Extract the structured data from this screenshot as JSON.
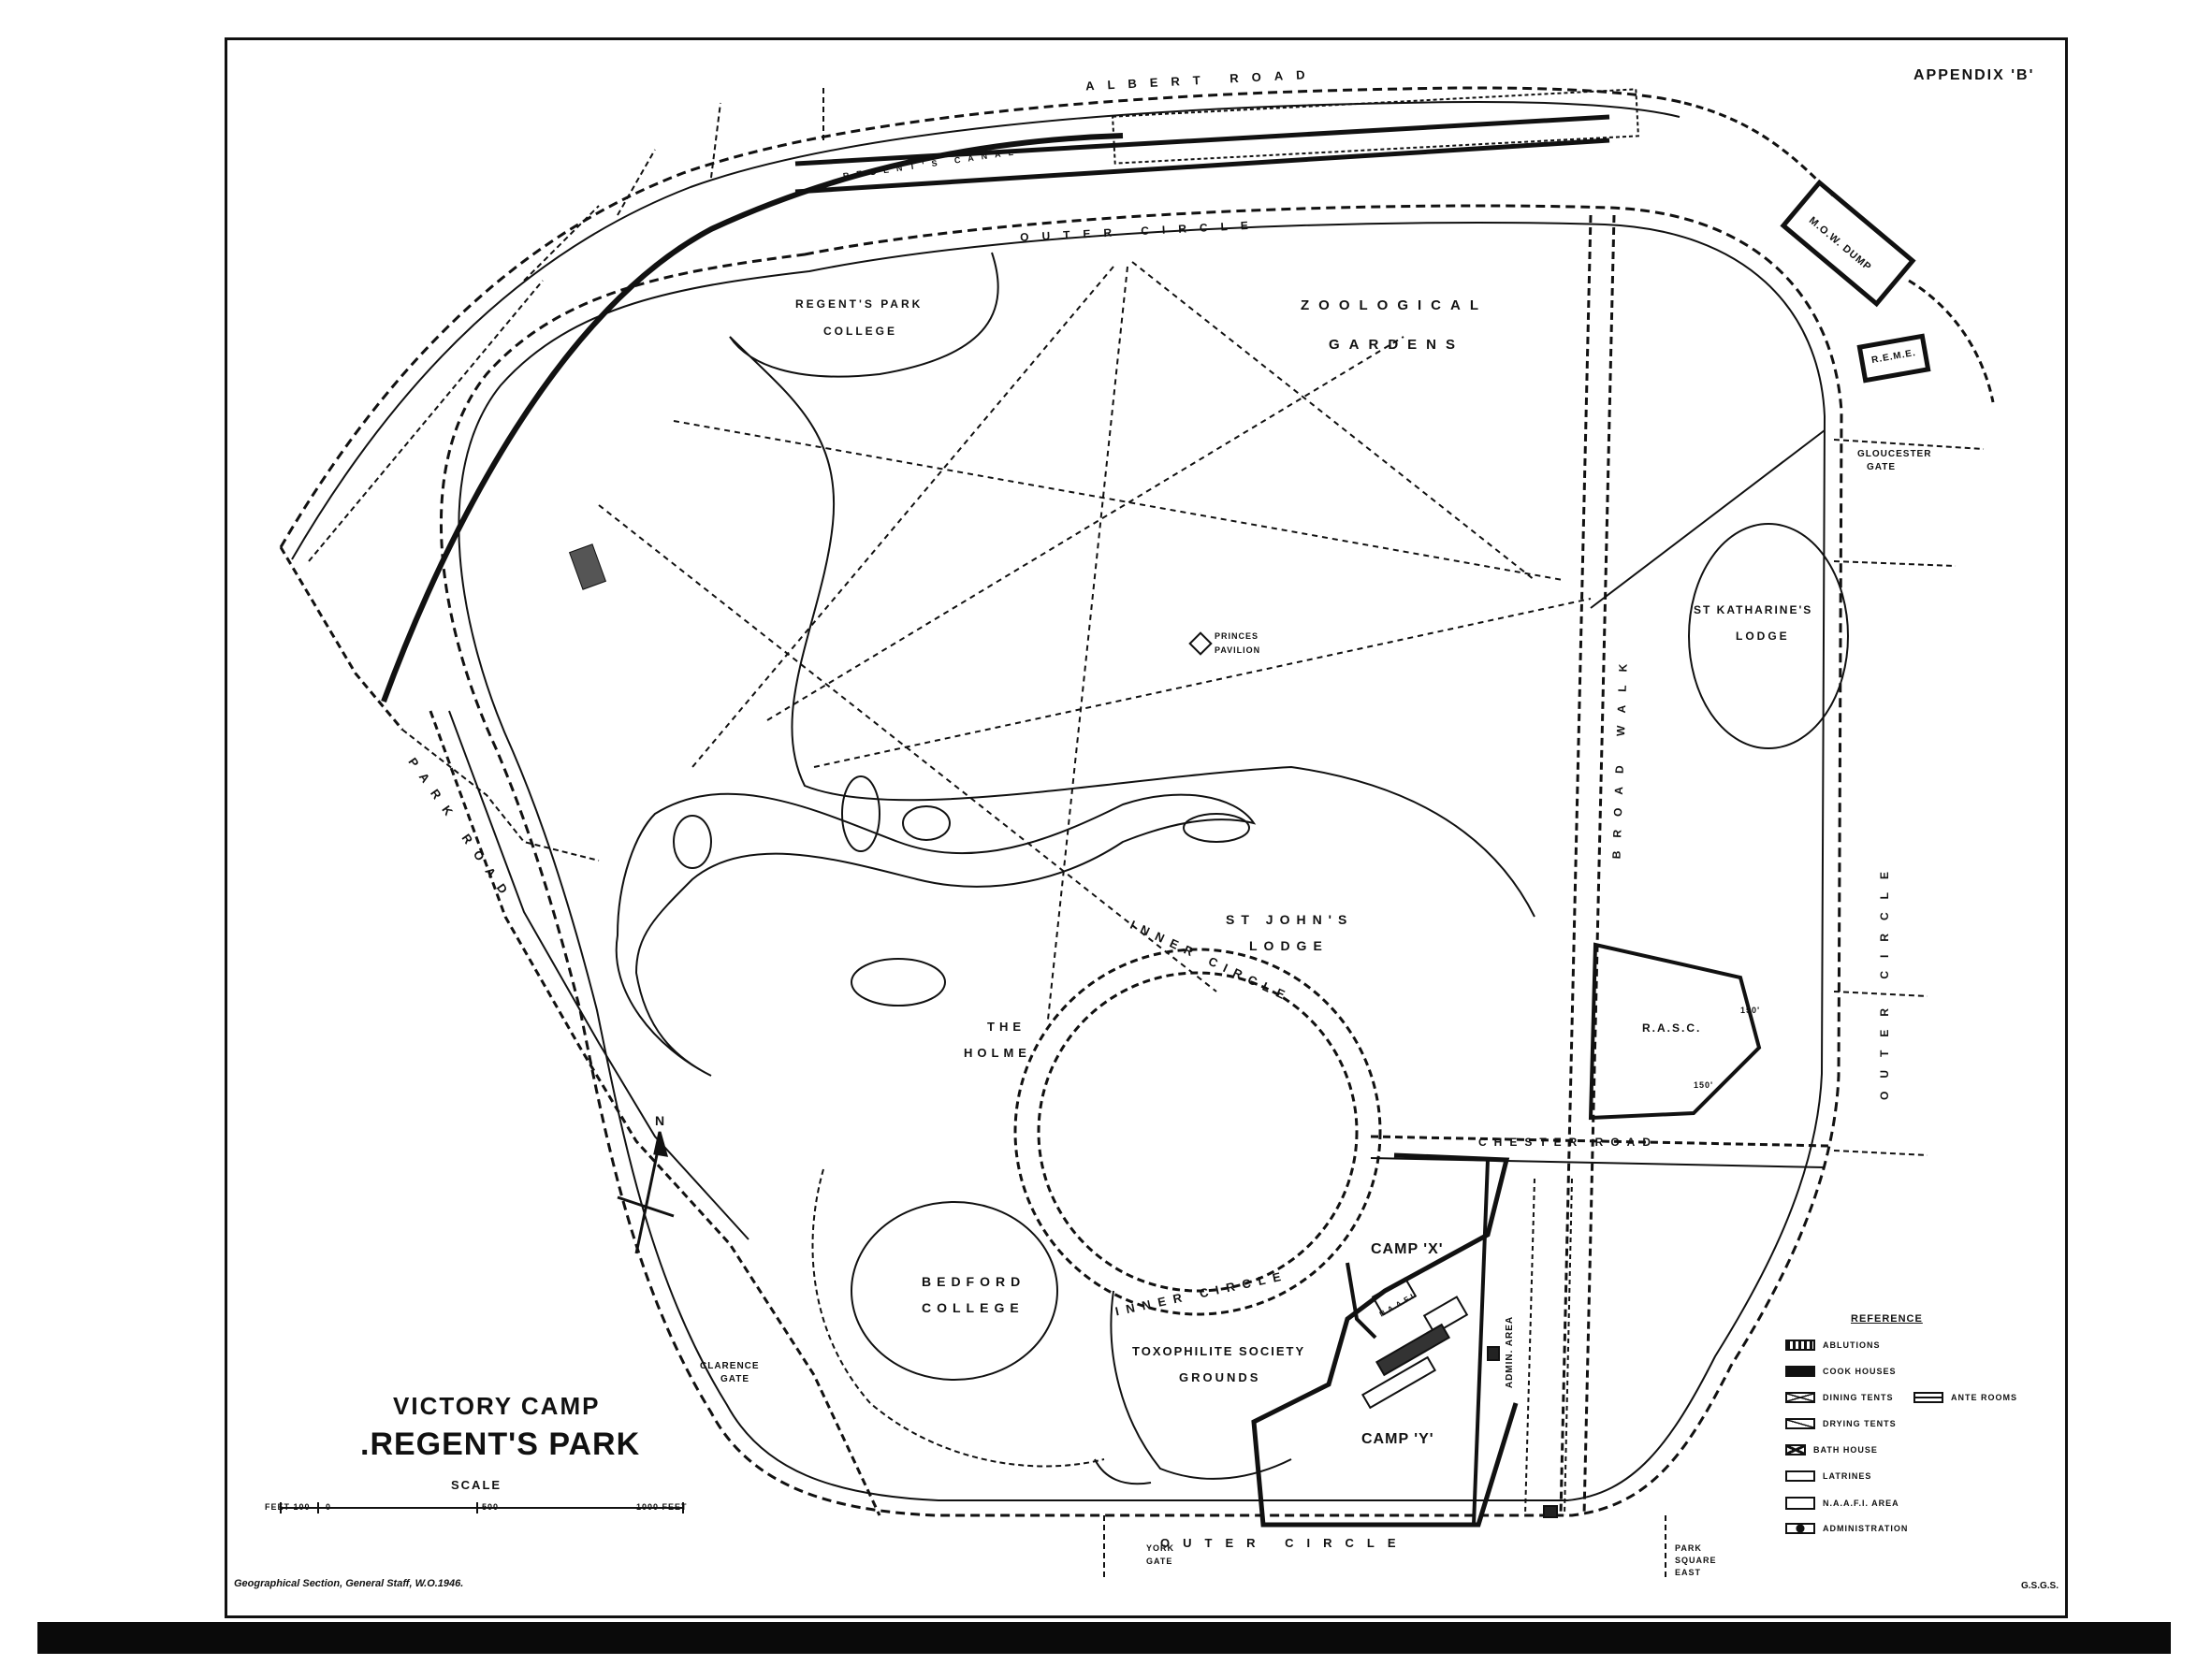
{
  "map": {
    "appendix": "APPENDIX 'B'",
    "title_line1": "VICTORY CAMP",
    "title_line2": ".REGENT'S PARK",
    "scale": {
      "label": "SCALE",
      "left": "FEET 100",
      "zero": "0",
      "mid": "500",
      "right": "1000 FEET"
    },
    "credit": "Geographical Section, General Staff, W.O.1946.",
    "sheet_number": "G.S.G.S.",
    "north": "N"
  },
  "places": {
    "zoo_1": "ZOOLOGICAL",
    "zoo_2": "GARDENS",
    "rpc_1": "REGENT'S PARK",
    "rpc_2": "COLLEGE",
    "stk_1": "ST KATHARINE'S",
    "stk_2": "LODGE",
    "stj_1": "ST JOHN'S",
    "stj_2": "LODGE",
    "holme_1": "THE",
    "holme_2": "HOLME",
    "bed_1": "BEDFORD",
    "bed_2": "COLLEGE",
    "tox_1": "TOXOPHILITE SOCIETY",
    "tox_2": "GROUNDS",
    "camp_x": "CAMP 'X'",
    "camp_y": "CAMP 'Y'",
    "rasc": "R.A.S.C.",
    "mow": "M.O.W. DUMP",
    "reme": "R.E.M.E.",
    "princes_1": "PRINCES",
    "princes_2": "PAVILION",
    "glou_1": "GLOUCESTER",
    "glou_2": "GATE",
    "clar_1": "CLARENCE",
    "clar_2": "GATE",
    "york_1": "YORK",
    "york_2": "GATE",
    "psq_1": "PARK",
    "psq_2": "SQUARE",
    "psq_3": "EAST",
    "naafi": "N.A.A.F.I.",
    "admin_area": "ADMIN. AREA",
    "deg_a": "150'",
    "deg_b": "150'"
  },
  "roads": {
    "albert": "ALBERT ROAD",
    "outer_top": "OUTER CIRCLE",
    "outer_bottom": "OUTER CIRCLE",
    "outer_right": "OUTER CIRCLE",
    "park_road": "PARK ROAD",
    "inner_top": "INNER CIRCLE",
    "inner_bottom": "INNER CIRCLE",
    "chester": "CHESTER ROAD",
    "broad": "BROAD WALK",
    "canal": "REGENT'S CANAL"
  },
  "reference": {
    "title": "REFERENCE",
    "items": [
      "ABLUTIONS",
      "COOK HOUSES",
      "DINING TENTS",
      "DRYING TENTS",
      "BATH HOUSE",
      "LATRINES",
      "N.A.A.F.I. AREA",
      "ADMINISTRATION"
    ],
    "extra": "ANTE ROOMS"
  }
}
